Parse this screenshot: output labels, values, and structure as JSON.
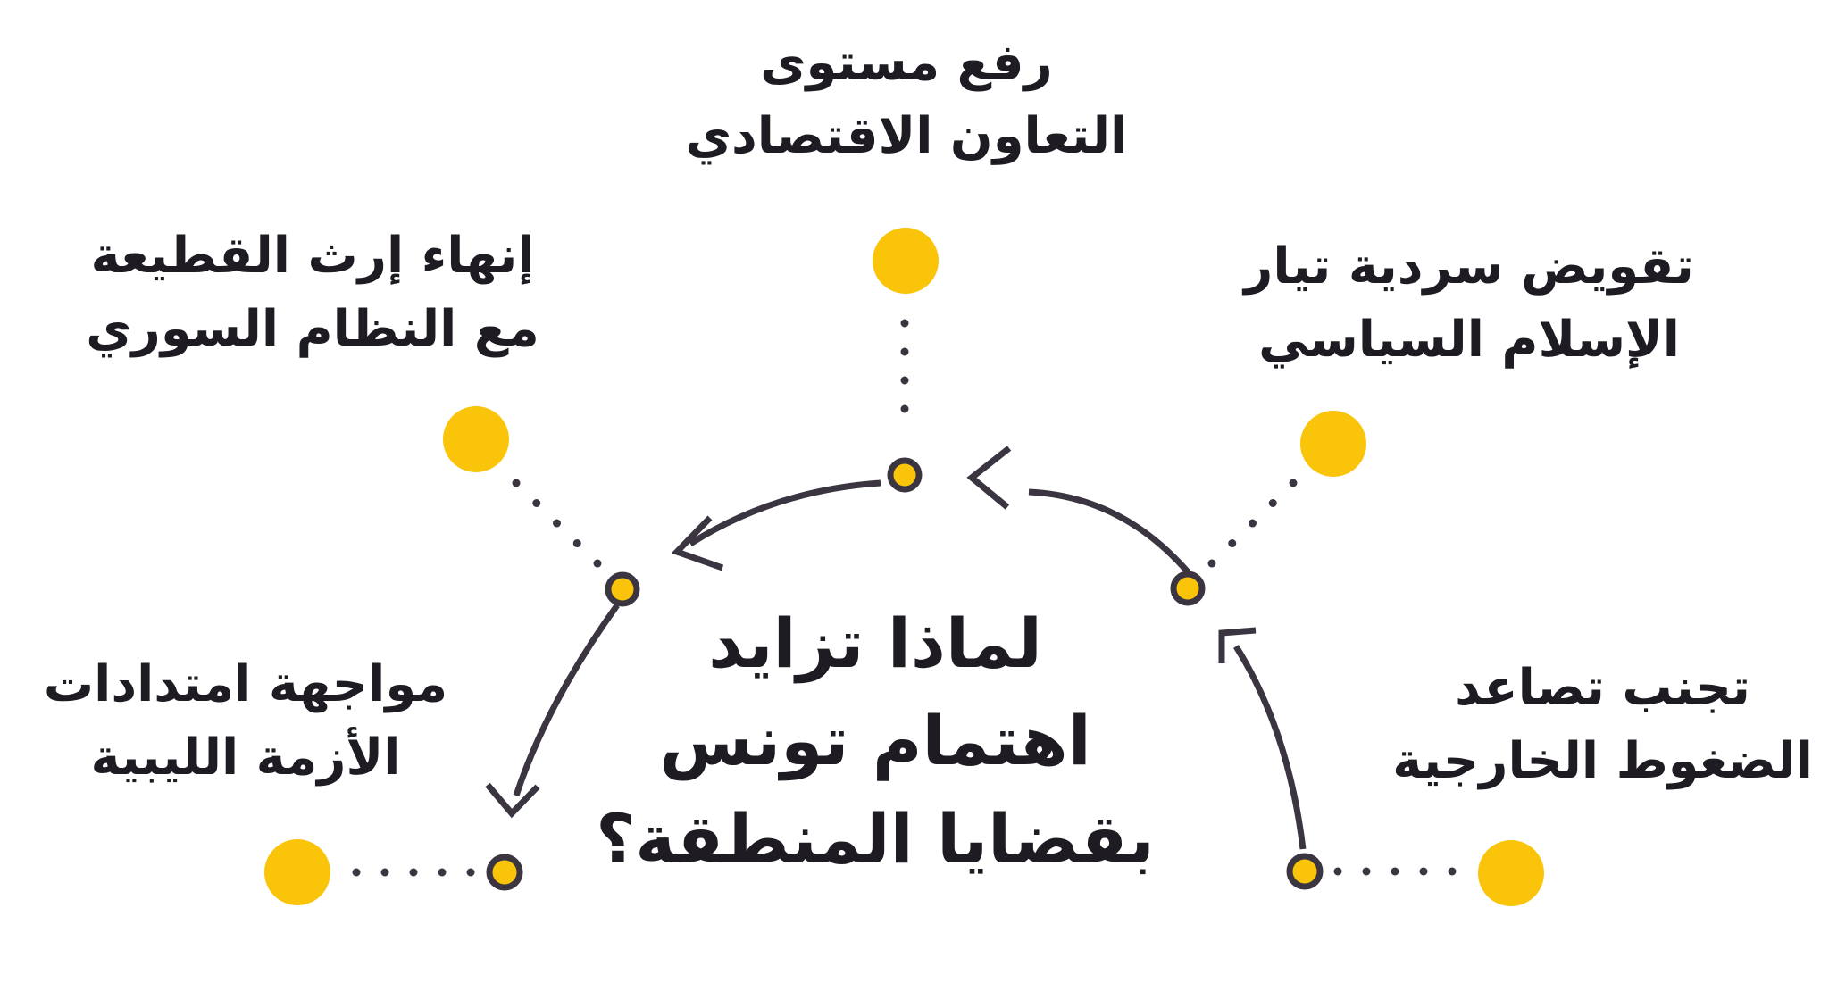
{
  "colors": {
    "background": "#FFFFFF",
    "accent": "#F9C40A",
    "ink": "#3A3540",
    "text": "#1E1C22"
  },
  "center_question": {
    "line1": "لماذا تزايد",
    "line2": "اهتمام تونس",
    "line3": "بقضايا المنطقة؟"
  },
  "labels": {
    "economic": {
      "line1": "رفع مستوى",
      "line2": "التعاون الاقتصادي"
    },
    "syria": {
      "line1": "إنهاء إرث القطيعة",
      "line2": "مع النظام السوري"
    },
    "islamism": {
      "line1": "تقويض سردية تيار",
      "line2": "الإسلام السياسي"
    },
    "libya": {
      "line1": "مواجهة امتدادات",
      "line2": "الأزمة الليبية"
    },
    "pressure": {
      "line1": "تجنب تصاعد",
      "line2": "الضغوط الخارجية"
    }
  }
}
